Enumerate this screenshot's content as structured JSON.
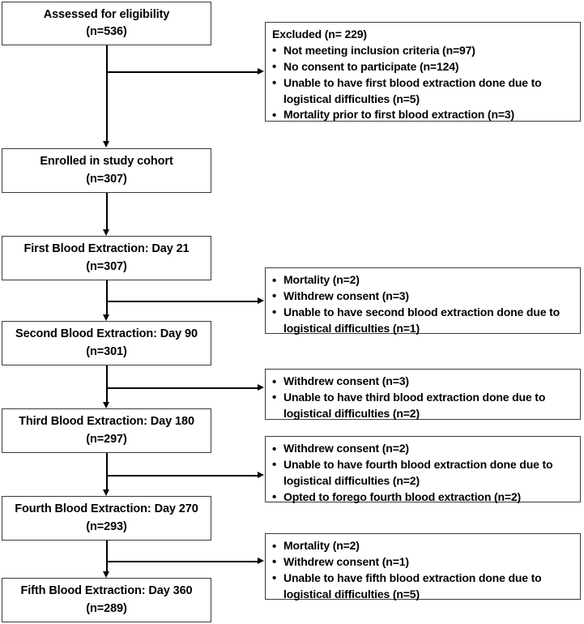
{
  "diagram": {
    "type": "study-flow-diagram",
    "main_nodes": [
      {
        "title": "Assessed for eligibility",
        "count": "(n=536)"
      },
      {
        "title": "Enrolled in study cohort",
        "count": "(n=307)"
      },
      {
        "title": "First Blood Extraction: Day 21",
        "count": "(n=307)"
      },
      {
        "title": "Second Blood Extraction: Day 90",
        "count": "(n=301)"
      },
      {
        "title": "Third Blood Extraction: Day 180",
        "count": "(n=297)"
      },
      {
        "title": "Fourth Blood Extraction: Day 270",
        "count": "(n=293)"
      },
      {
        "title": "Fifth Blood Extraction: Day 360",
        "count": "(n=289)"
      }
    ],
    "side_nodes": [
      {
        "heading": "Excluded (n= 229)",
        "items": [
          "Not meeting inclusion criteria (n=97)",
          "No consent to participate (n=124)",
          "Unable to have first blood extraction done due to logistical difficulties (n=5)",
          "Mortality prior to first blood extraction (n=3)"
        ]
      },
      {
        "heading": "",
        "items": [
          "Mortality (n=2)",
          "Withdrew consent (n=3)",
          "Unable to have second blood extraction done due to logistical difficulties (n=1)"
        ]
      },
      {
        "heading": "",
        "items": [
          "Withdrew consent (n=3)",
          "Unable to have third blood extraction done due to logistical difficulties (n=2)"
        ]
      },
      {
        "heading": "",
        "items": [
          "Withdrew consent (n=2)",
          "Unable to have fourth blood extraction done due to logistical difficulties (n=2)",
          "Opted to forego fourth blood extraction (n=2)"
        ]
      },
      {
        "heading": "",
        "items": [
          "Mortality (n=2)",
          "Withdrew consent (n=1)",
          "Unable to have fifth blood extraction done due to logistical difficulties (n=5)"
        ]
      }
    ],
    "bullet_glyph": "•",
    "colors": {
      "box_border": "#3a3a3a",
      "connector": "#000000",
      "text": "#000000",
      "background": "#ffffff"
    }
  }
}
